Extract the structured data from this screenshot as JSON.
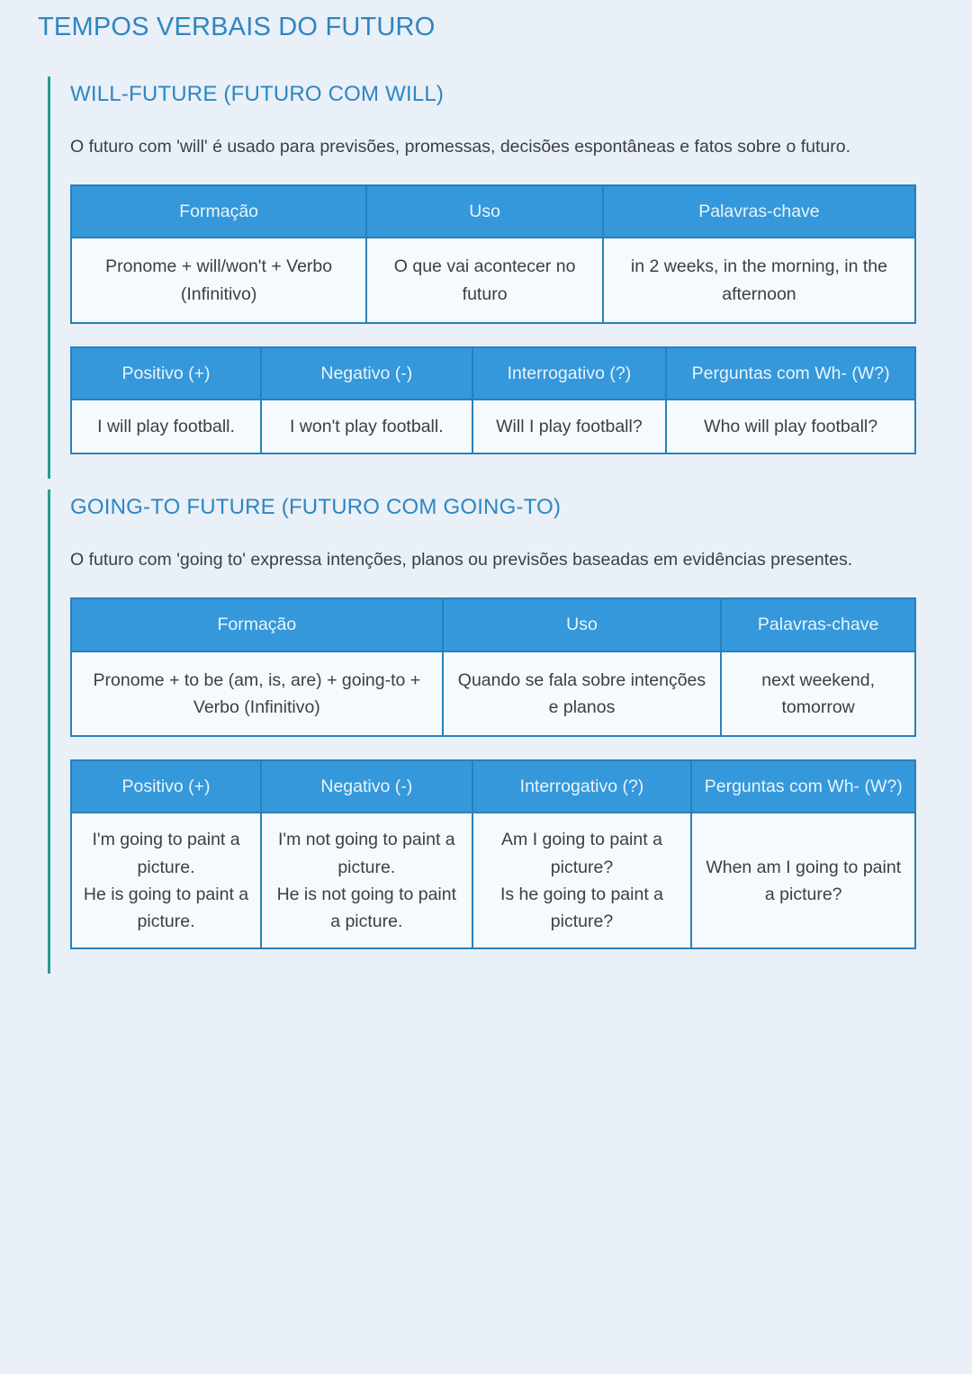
{
  "page": {
    "title": "TEMPOS VERBAIS DO FUTURO",
    "background_color": "#e9f0f8",
    "accent_blue": "#3498db",
    "border_blue": "#2980b9",
    "heading_blue": "#2e86c1",
    "accent_teal": "#2a9d8f"
  },
  "sections": [
    {
      "heading": "WILL-FUTURE (FUTURO COM WILL)",
      "description": "O futuro com 'will' é usado para previsões, promessas, decisões espontâneas e fatos sobre o futuro.",
      "info_table": {
        "headers": [
          "Formação",
          "Uso",
          "Palavras-chave"
        ],
        "row": [
          "Pronome + will/won't + Verbo (Infinitivo)",
          "O que vai acontecer no futuro",
          "in 2 weeks, in the morning, in the afternoon"
        ]
      },
      "forms_table": {
        "headers": [
          "Positivo (+)",
          "Negativo (-)",
          "Interrogativo (?)",
          "Perguntas com Wh- (W?)"
        ],
        "row": [
          "I will play football.",
          "I won't play football.",
          "Will I play football?",
          "Who will play football?"
        ]
      }
    },
    {
      "heading": "GOING-TO FUTURE (FUTURO COM GOING-TO)",
      "description": "O futuro com 'going to' expressa intenções, planos ou previsões baseadas em evidências presentes.",
      "info_table": {
        "headers": [
          "Formação",
          "Uso",
          "Palavras-chave"
        ],
        "row": [
          "Pronome + to be (am, is, are) + going-to + Verbo (Infinitivo)",
          "Quando se fala sobre intenções e planos",
          "next weekend, tomorrow"
        ]
      },
      "forms_table": {
        "headers": [
          "Positivo (+)",
          "Negativo (-)",
          "Interrogativo (?)",
          "Perguntas com Wh- (W?)"
        ],
        "row": [
          "I'm going to paint a picture.\nHe is going to paint a picture.",
          "I'm not going to paint a picture.\nHe is not going to paint a picture.",
          "Am I going to paint a picture?\nIs he going to paint a picture?",
          "When am I going to paint a picture?"
        ]
      }
    }
  ]
}
